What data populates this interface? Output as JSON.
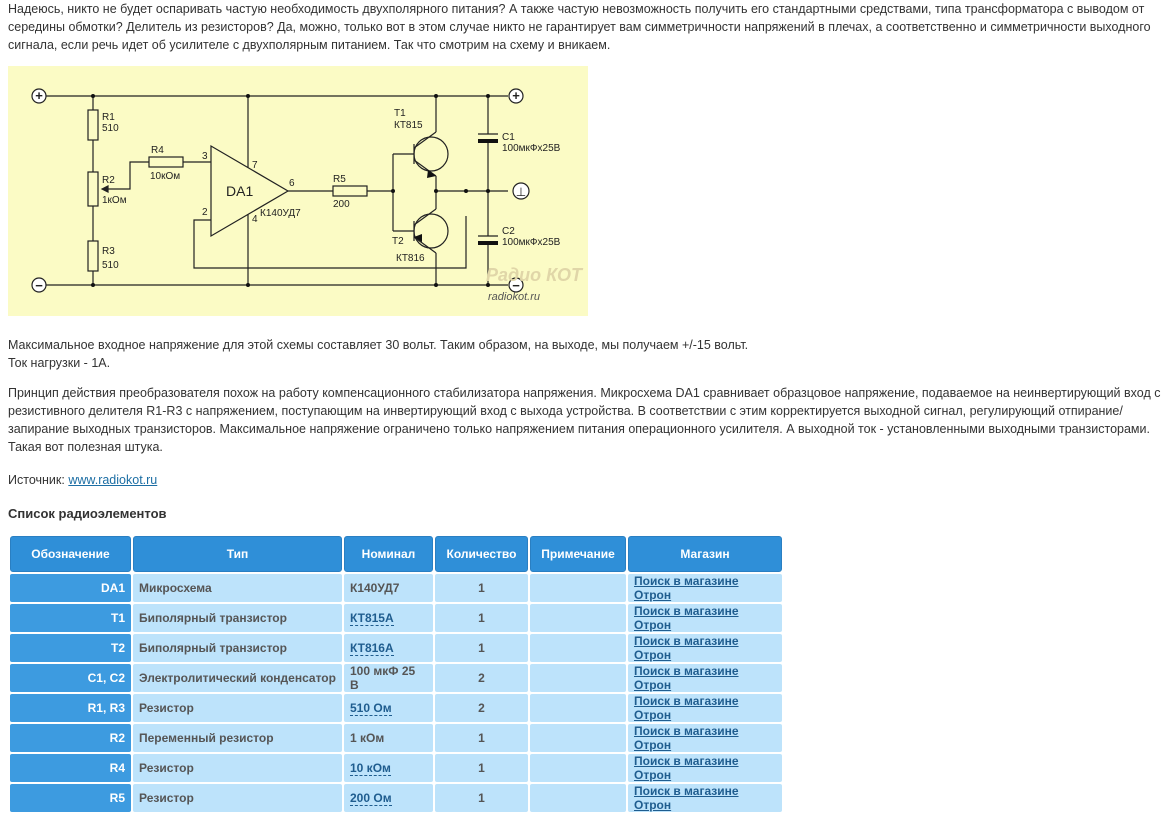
{
  "intro_text": "Надеюсь, никто не будет оспаривать частую необходимость двухполярного питания? А также частую невозможность получить его стандартными средствами, типа трансформатора с выводом от середины обмотки? Делитель из резисторов? Да, можно, только вот в этом случае никто не гарантирует вам симметричности напряжений в плечах, а соответственно и симметричности выходного сигнала, если речь идет об усилителе с двухполярным питанием. Так что смотрим на схему и вникаем.",
  "schematic": {
    "plus_symbol": "+",
    "minus_symbol": "−",
    "ground_symbol": "⊥",
    "r1_ref": "R1",
    "r1_val": "510",
    "r2_ref": "R2",
    "r2_val": "1кОм",
    "r3_ref": "R3",
    "r3_val": "510",
    "r4_ref": "R4",
    "r4_val": "10кОм",
    "r5_ref": "R5",
    "r5_val": "200",
    "da1_label": "DA1",
    "da1_part": "К140УД7",
    "pin3": "3",
    "pin2": "2",
    "pin7": "7",
    "pin4": "4",
    "pin6": "6",
    "t1_ref": "T1",
    "t1_part": "КТ815",
    "t2_ref": "T2",
    "t2_part": "КТ816",
    "c1_ref": "C1",
    "c1_val": "100мкФх25В",
    "c2_ref": "C2",
    "c2_val": "100мкФх25В",
    "watermark_logo": "Радио КОТ",
    "watermark_url": "radiokot.ru"
  },
  "specs_line1": "Максимальное входное напряжение для этой схемы составляет 30 вольт. Таким образом, на выходе, мы получаем +/-15 вольт.",
  "specs_line2": "Ток нагрузки - 1А.",
  "principle_text": "Принцип действия преобразователя похож на работу компенсационного стабилизатора напряжения. Микросхема DA1 сравнивает образцовое напряжение, подаваемое на неинвертирующий вход с резистивного делителя R1-R3 с напряжением, поступающим на инвертирующий вход с выхода устройства. В соответствии с этим корректируется выходной сигнал, регулирующий отпирание/запирание выходных транзисторов. Максимальное напряжение ограничено только напряжением питания операционного усилителя. А выходной ток - установленными выходными транзисторами. Такая вот полезная штука.",
  "source_label": "Источник:",
  "source_link": "www.radiokot.ru",
  "list_heading": "Список радиоэлементов",
  "table": {
    "headers": [
      "Обозначение",
      "Тип",
      "Номинал",
      "Количество",
      "Примечание",
      "Магазин"
    ],
    "rows": [
      {
        "des": "DA1",
        "type": "Микросхема",
        "nominal": "К140УД7",
        "qty": "1",
        "note": "",
        "shop": "Поиск в магазине Отрон"
      },
      {
        "des": "T1",
        "type": "Биполярный транзистор",
        "nominal": "КТ815А",
        "qty": "1",
        "note": "",
        "shop": "Поиск в магазине Отрон"
      },
      {
        "des": "T2",
        "type": "Биполярный транзистор",
        "nominal": "КТ816А",
        "qty": "1",
        "note": "",
        "shop": "Поиск в магазине Отрон"
      },
      {
        "des": "C1, C2",
        "type": "Электролитический конденсатор",
        "nominal": "100 мкФ 25 В",
        "qty": "2",
        "note": "",
        "shop": "Поиск в магазине Отрон"
      },
      {
        "des": "R1, R3",
        "type": "Резистор",
        "nominal": "510 Ом",
        "qty": "2",
        "note": "",
        "shop": "Поиск в магазине Отрон"
      },
      {
        "des": "R2",
        "type": "Переменный резистор",
        "nominal": "1 кОм",
        "qty": "1",
        "note": "",
        "shop": "Поиск в магазине Отрон"
      },
      {
        "des": "R4",
        "type": "Резистор",
        "nominal": "10 кОм",
        "qty": "1",
        "note": "",
        "shop": "Поиск в магазине Отрон"
      },
      {
        "des": "R5",
        "type": "Резистор",
        "nominal": "200 Ом",
        "qty": "1",
        "note": "",
        "shop": "Поиск в магазине Отрон"
      }
    ]
  },
  "colors": {
    "schematic_bg": "#fbfbc5",
    "header_blue": "#2f8fd8",
    "cell_blue": "#bde3fb",
    "link": "#1c6ea4"
  }
}
